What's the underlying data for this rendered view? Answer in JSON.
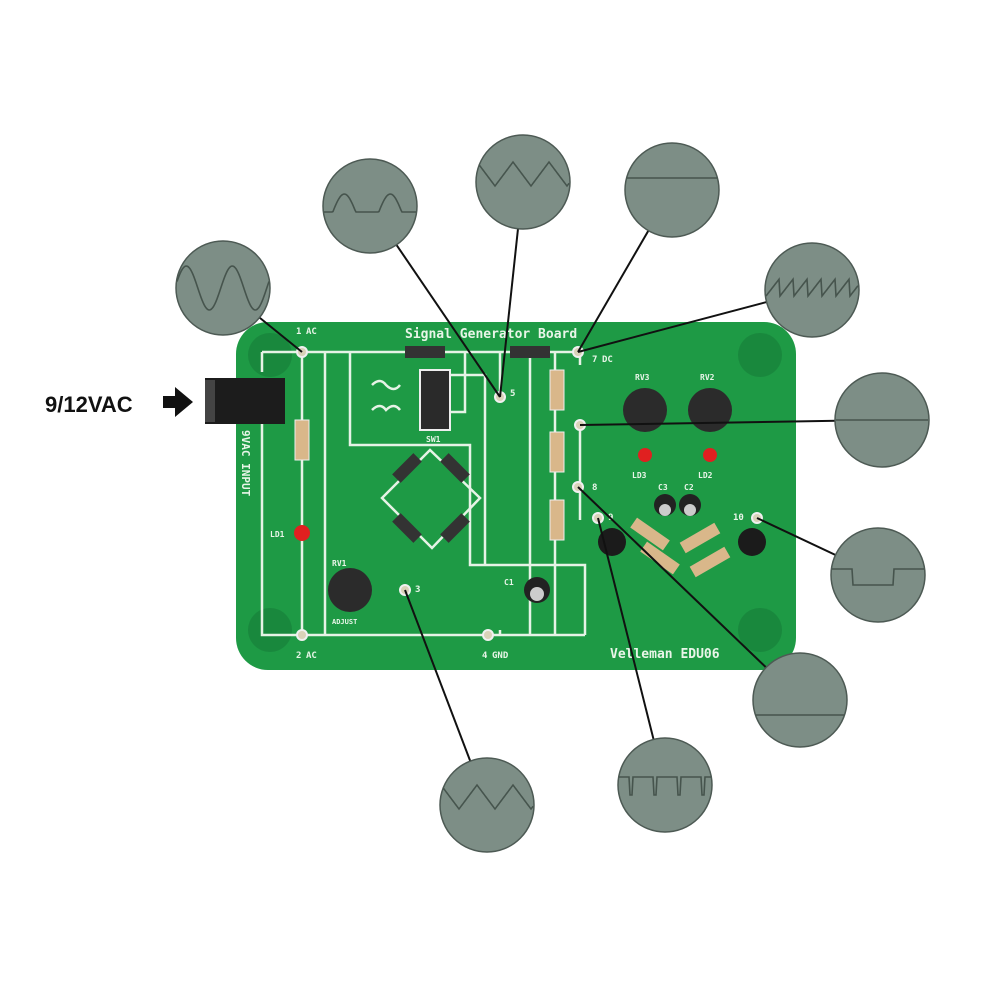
{
  "input_label": "9/12VAC",
  "board": {
    "title": "Signal Generator Board",
    "brand": "Velleman EDU06",
    "input_side_label": "9VAC INPUT",
    "color": "#1e9a45",
    "terminals": {
      "t1": "AC",
      "t2": "AC",
      "t4": "GND",
      "t7": "DC"
    },
    "components": {
      "sw1": "SW1",
      "ld1": "LD1",
      "ld2": "LD2",
      "ld3": "LD3",
      "rv1": "RV1",
      "rv2": "RV2",
      "rv3": "RV3",
      "adjust": "ADJUST",
      "c1": "C1",
      "c2": "C2",
      "c3": "C3"
    },
    "numbers": [
      "1",
      "2",
      "3",
      "4",
      "5",
      "7",
      "8",
      "9",
      "10"
    ]
  },
  "scopes": [
    {
      "waveform": "sine"
    },
    {
      "waveform": "clipped-sine"
    },
    {
      "waveform": "triangle"
    },
    {
      "waveform": "flat-dc"
    },
    {
      "waveform": "sawtooth"
    },
    {
      "waveform": "flat"
    },
    {
      "waveform": "square-dip"
    },
    {
      "waveform": "flat-low"
    },
    {
      "waveform": "pulse-train"
    },
    {
      "waveform": "triangle"
    }
  ]
}
